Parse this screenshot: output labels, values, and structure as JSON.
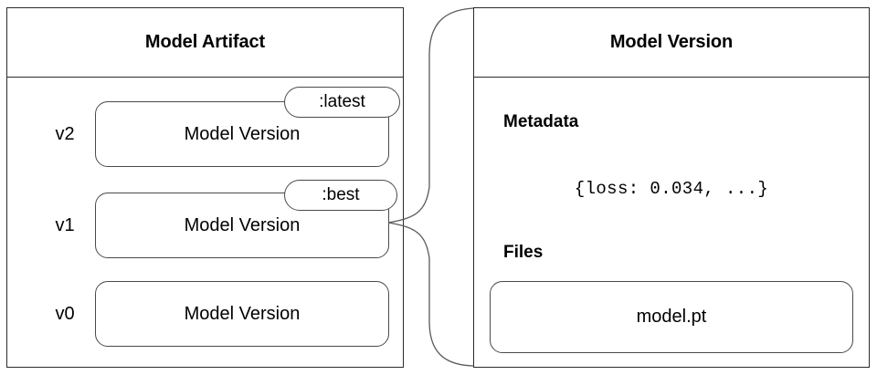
{
  "artifact_panel": {
    "title": "Model Artifact",
    "versions": [
      {
        "label": "v2",
        "box_label": "Model Version",
        "tag": ":latest"
      },
      {
        "label": "v1",
        "box_label": "Model Version",
        "tag": ":best"
      },
      {
        "label": "v0",
        "box_label": "Model Version",
        "tag": ""
      }
    ]
  },
  "version_panel": {
    "title": "Model Version",
    "metadata_heading": "Metadata",
    "metadata_value": "{loss: 0.034, ...}",
    "files_heading": "Files",
    "files": [
      {
        "name": "model.pt"
      }
    ]
  },
  "connector": {
    "name": "brace-connector",
    "from": "v1 Model Version",
    "to": "Model Version panel"
  },
  "colors": {
    "background": "#ffffff",
    "panel_border": "#2b2b2b",
    "box_border": "#4a4a4a",
    "text": "#000000"
  }
}
